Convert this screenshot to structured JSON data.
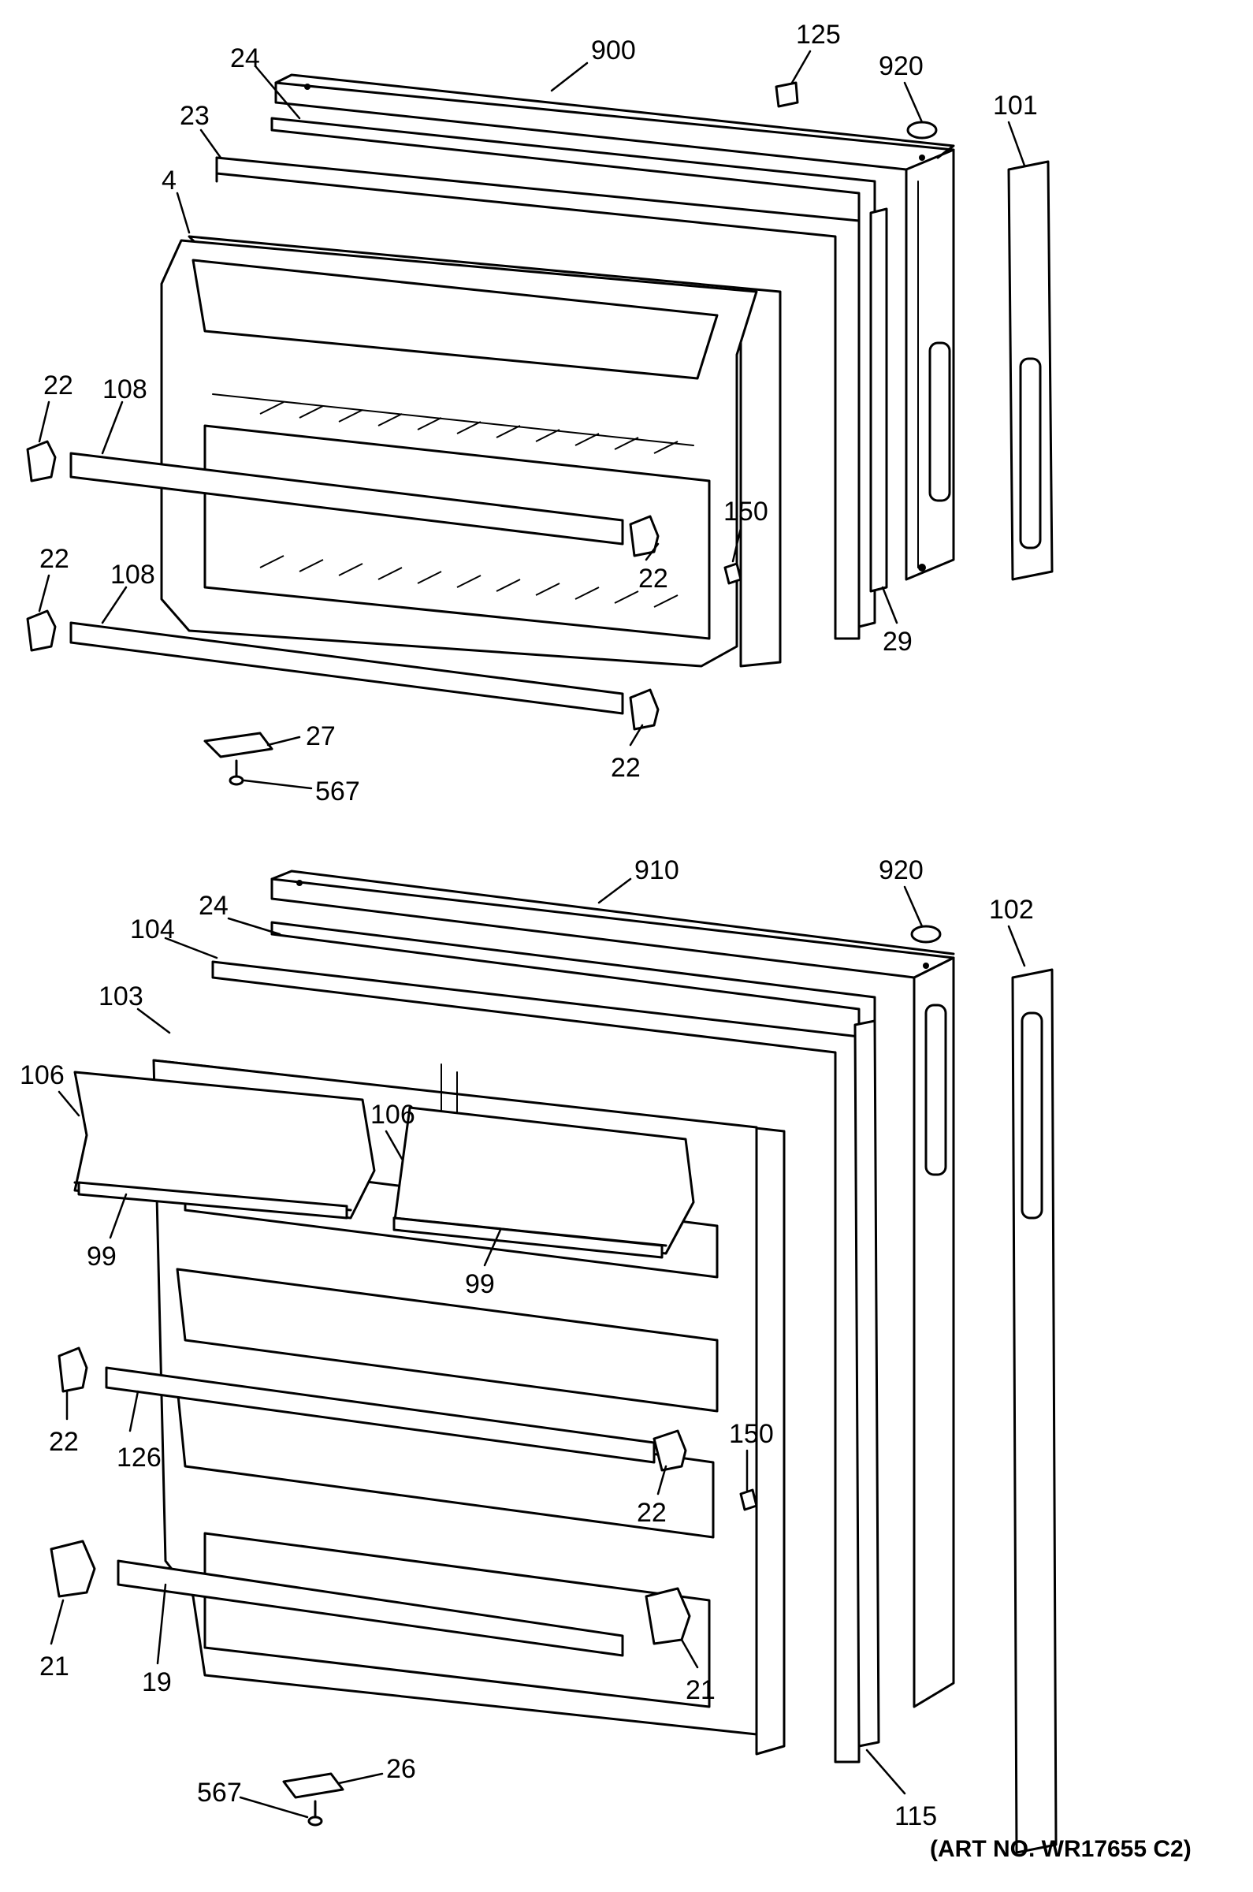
{
  "diagram": {
    "art_number": "(ART NO. WR17655 C2)",
    "freezer_door_callouts": {
      "outer_panel": "900",
      "plug": "125",
      "cap_top": "920",
      "handle": "101",
      "gasket_upper": "24",
      "gasket": "23",
      "liner": "4",
      "shelf_left_upper": "108",
      "shelf_left_lower": "108",
      "shelf_end_a": "22",
      "shelf_end_b": "22",
      "shelf_end_c": "22",
      "shelf_end_d": "22",
      "door_stop": "150",
      "trim_strip": "29",
      "hinge_plate": "27",
      "screw": "567"
    },
    "fresh_food_door_callouts": {
      "outer_panel": "910",
      "cap_top": "920",
      "handle": "102",
      "gasket_upper": "24",
      "gasket": "104",
      "liner": "103",
      "bin_left": "106",
      "bin_right": "106",
      "bin_front_left": "99",
      "bin_front_right": "99",
      "shelf_end_a": "22",
      "shelf_end_b": "22",
      "shelf": "126",
      "door_stop": "150",
      "shelf_bottom_end_a": "21",
      "shelf_bottom_end_b": "21",
      "shelf_bottom": "19",
      "trim_strip": "115",
      "hinge_plate": "26",
      "screw": "567"
    }
  }
}
